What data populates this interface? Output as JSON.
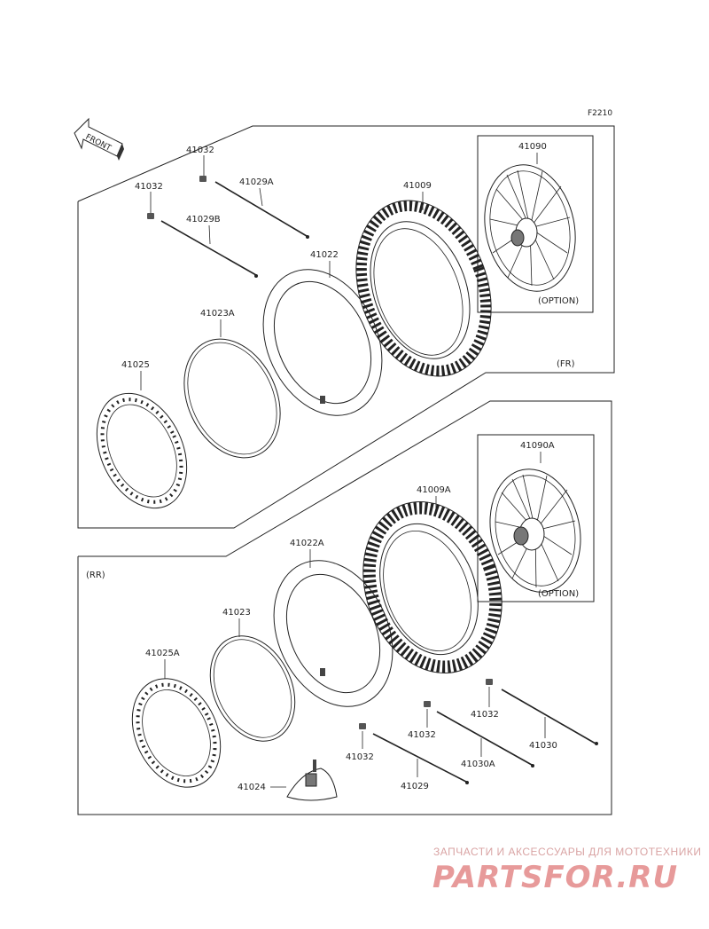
{
  "figure_code": "F2210",
  "front_arrow_label": "FRONT",
  "section_front": "(FR)",
  "section_rear": "(RR)",
  "option_label_front": "(OPTION)",
  "option_label_rear": "(OPTION)",
  "parts": {
    "p41032_a": "41032",
    "p41032_b": "41032",
    "p41029A": "41029A",
    "p41029B": "41029B",
    "p41009": "41009",
    "p41090": "41090",
    "p41022": "41022",
    "p41023A": "41023A",
    "p41025": "41025",
    "p41090A": "41090A",
    "p41009A": "41009A",
    "p41022A": "41022A",
    "p41023": "41023",
    "p41025A": "41025A",
    "p41024": "41024",
    "p41032_c": "41032",
    "p41032_d": "41032",
    "p41032_e": "41032",
    "p41030": "41030",
    "p41030A": "41030A",
    "p41029": "41029"
  },
  "watermark": {
    "top": "ЗАПЧАСТИ И АКСЕССУАРЫ ДЛЯ МОТОТЕХНИКИ",
    "main": "PARTSFOR.RU"
  },
  "colors": {
    "line": "#222222",
    "watermark": "#e79a9a"
  }
}
